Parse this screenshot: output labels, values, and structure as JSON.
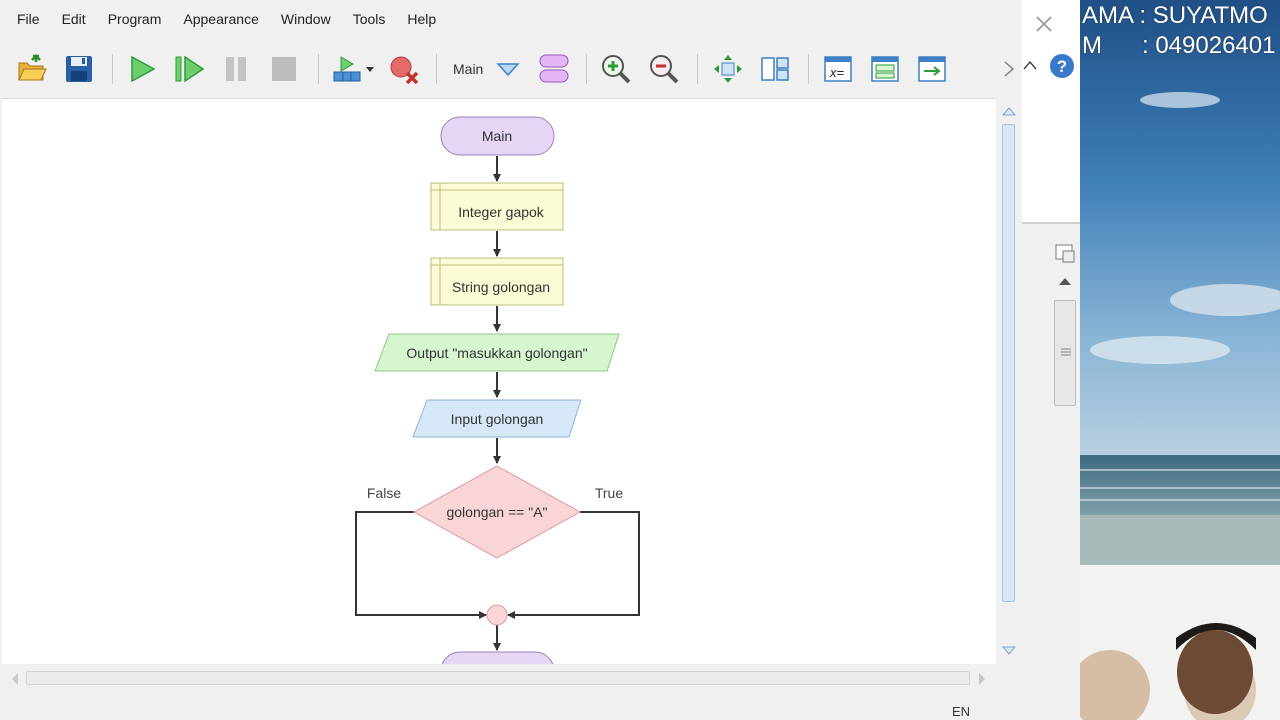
{
  "menu": [
    "File",
    "Edit",
    "Program",
    "Appearance",
    "Window",
    "Tools",
    "Help"
  ],
  "toolbar": {
    "function_selector": "Main",
    "icons": [
      "open-folder-icon",
      "save-icon",
      "run-icon",
      "step-icon",
      "pause-icon",
      "stop-icon",
      "add-variable-icon",
      "remove-breakpoint-icon",
      "dropdown-icon",
      "function-icon",
      "zoom-in-icon",
      "zoom-out-icon",
      "fit-icon",
      "layout-icon",
      "variables-icon",
      "console-icon",
      "output-icon"
    ]
  },
  "flowchart": {
    "start_label": "Main",
    "declare_1": "Integer gapok",
    "declare_2": "String golongan",
    "output_1": "Output \"masukkan golongan\"",
    "input_1": "Input golongan",
    "decision": "golongan == \"A\"",
    "false_label": "False",
    "true_label": "True",
    "colors": {
      "terminal": "#e6d6f6",
      "declare": "#fbfcd5",
      "output": "#d7f6d0",
      "input": "#d6e7f8",
      "decision": "#f9d5d8"
    }
  },
  "status": {
    "language": "EN"
  },
  "overlay": {
    "name_line": "AMA : SUYATMO",
    "nim_line": "M      : 049026401"
  }
}
